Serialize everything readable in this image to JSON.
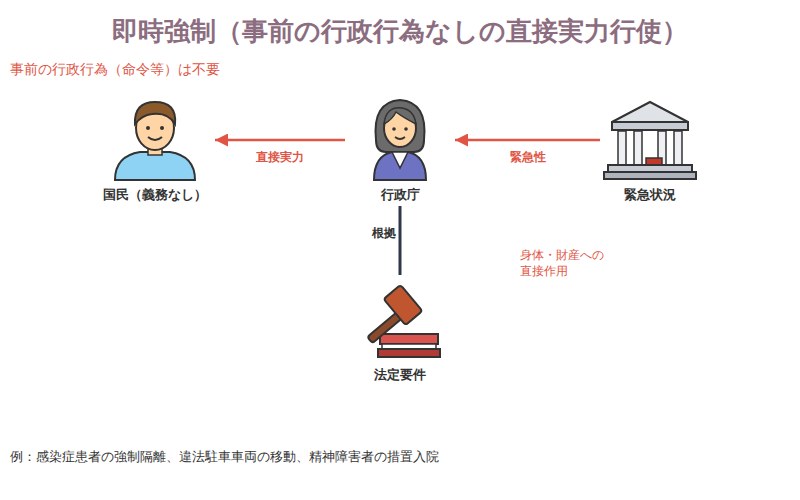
{
  "diagram": {
    "title": "即時強制（事前の行政行為なしの直接実力行使）",
    "caption": "例：感染症患者の強制隔離、違法駐車車両の移動、精神障害者の措置入院",
    "nodes": [
      {
        "text": [
          "国民（義務なし）"
        ]
      },
      {
        "text": [
          "行政庁"
        ]
      },
      {
        "text": [
          "緊急状況"
        ]
      },
      {
        "text": [
          "法定要件"
        ]
      }
    ],
    "edges": [
      {
        "from": 1,
        "to": 0,
        "label": "直接実力",
        "arrow": "to"
      },
      {
        "from": 2,
        "to": 1,
        "label": "緊急性",
        "arrow": "to"
      },
      {
        "from": 1,
        "to": 3,
        "label": "根拠",
        "arrow": "none"
      }
    ],
    "labels": [
      "事前の行政行為（命令等）は不要",
      "身体・財産への 直接作用"
    ]
  }
}
